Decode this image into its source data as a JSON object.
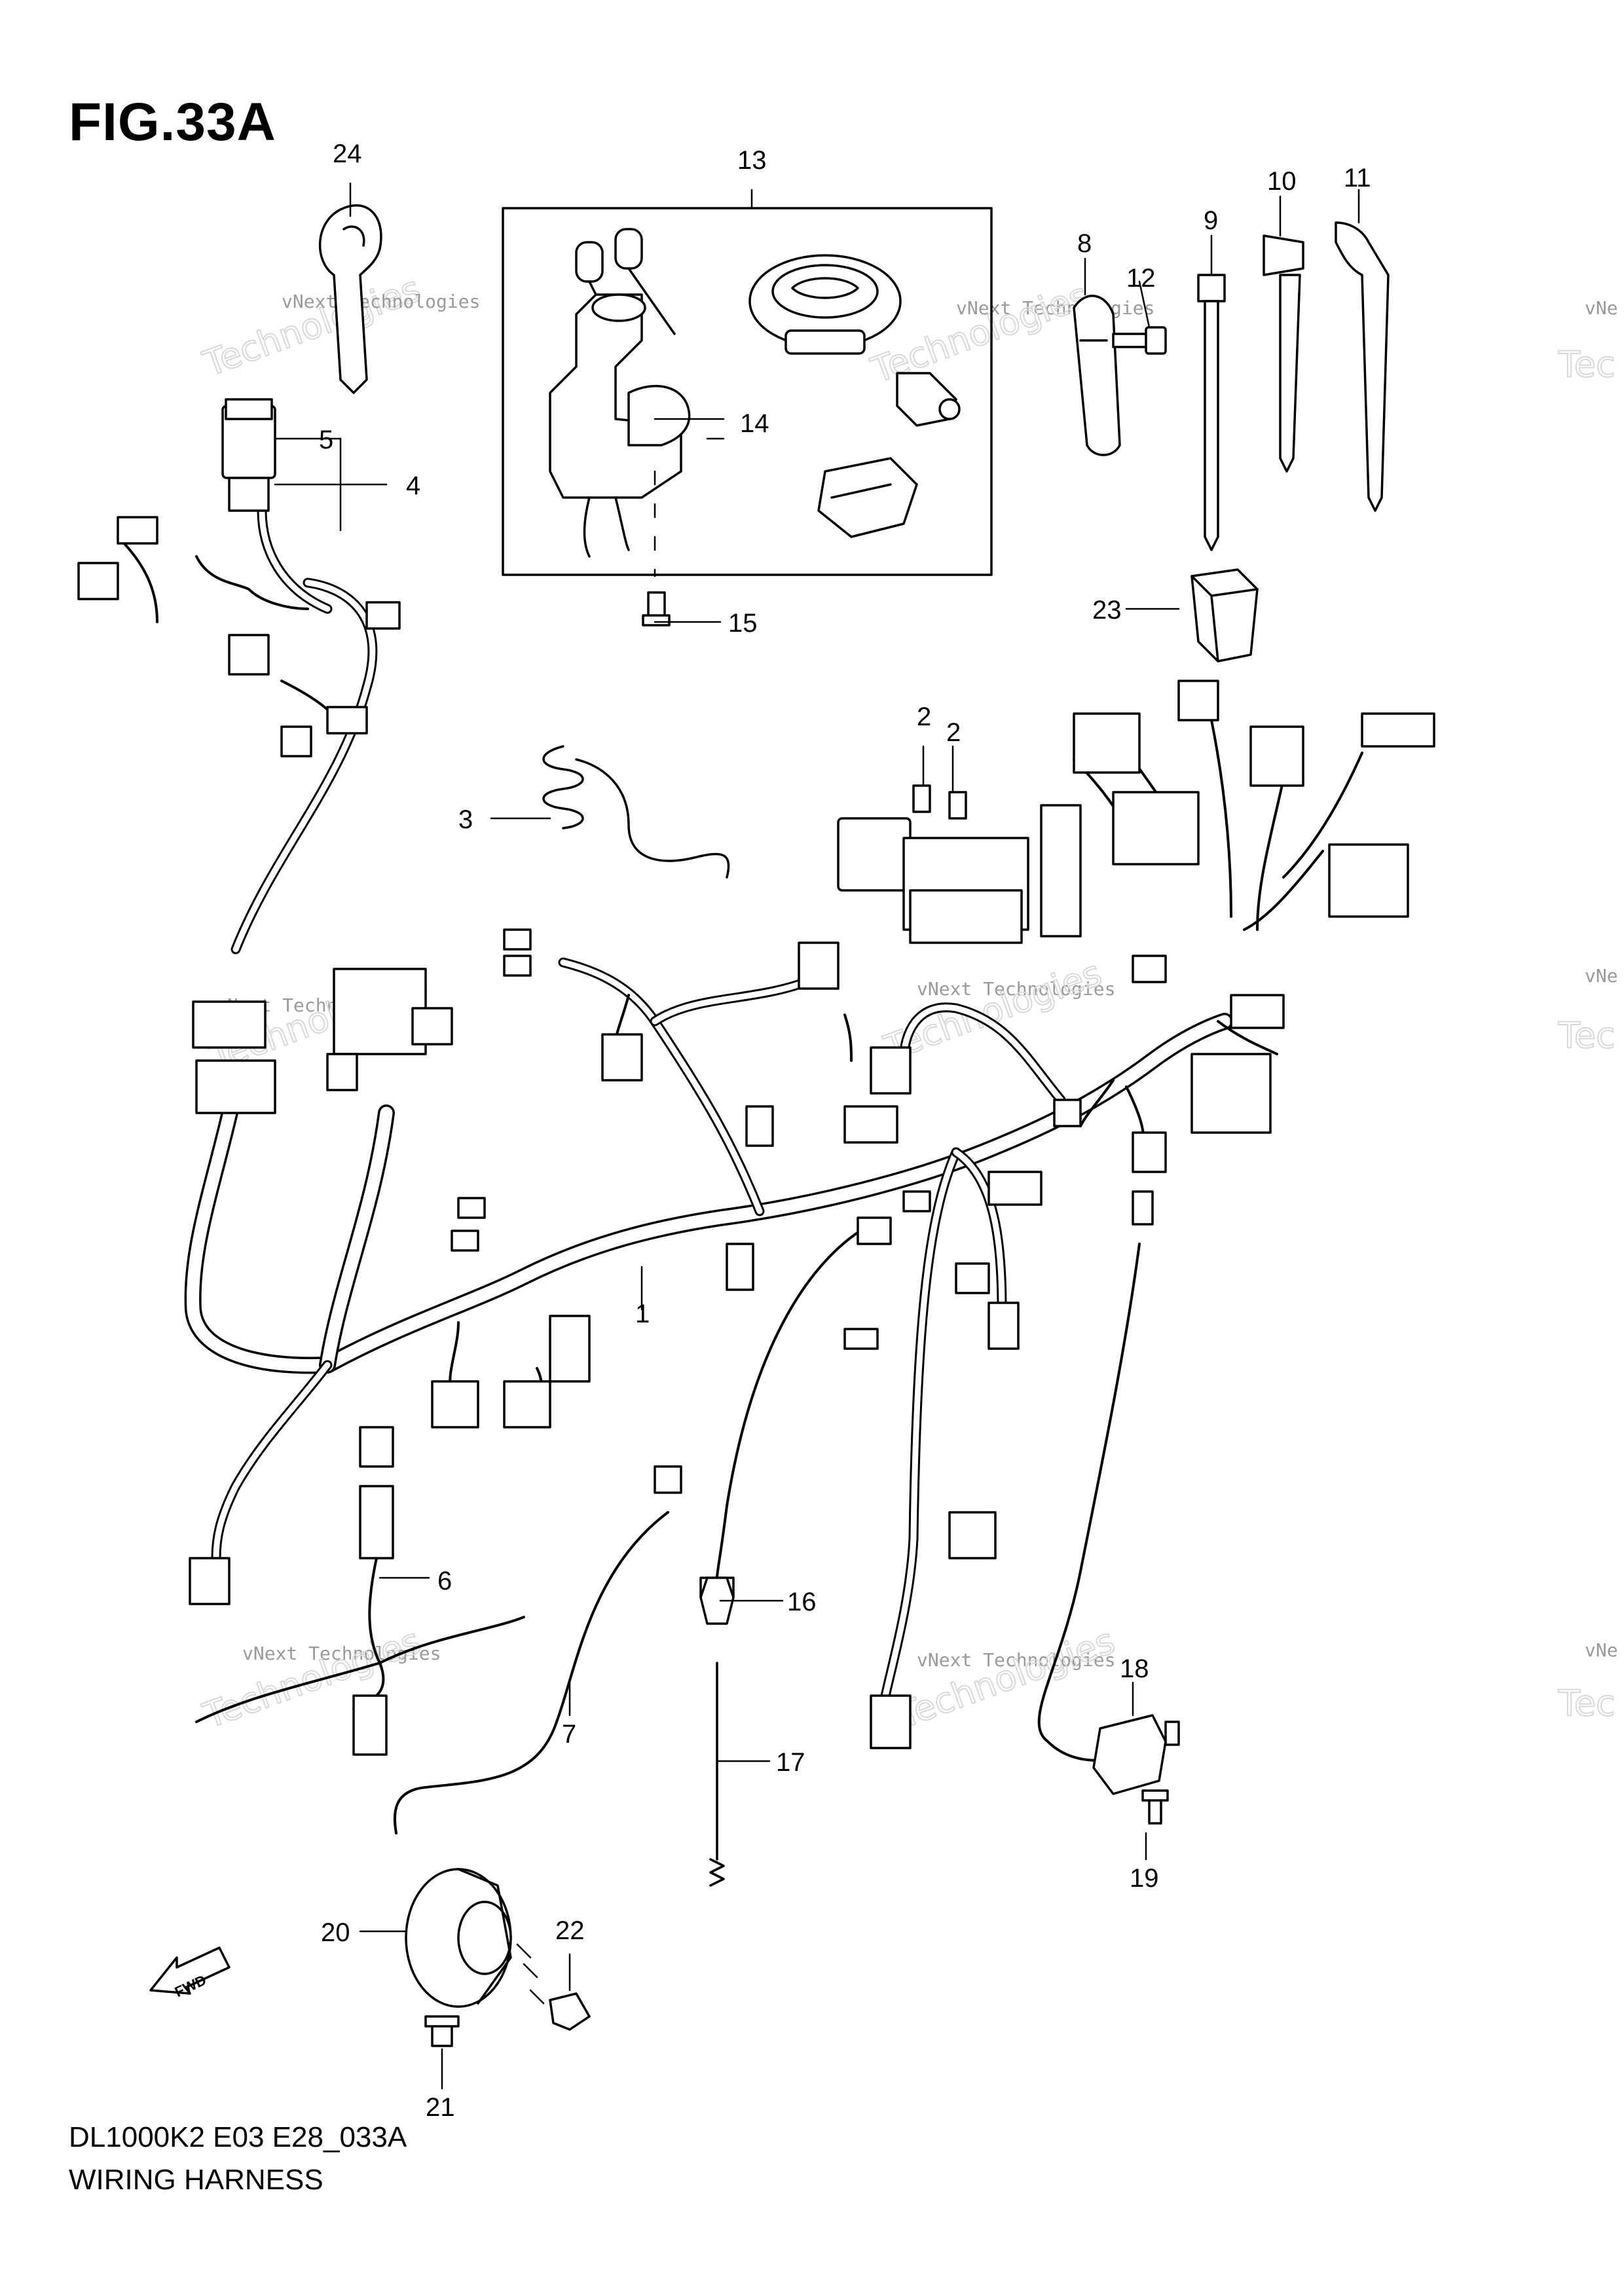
{
  "figure": {
    "title": "FIG.33A",
    "code": "DL1000K2 E03 E28_033A",
    "name": "WIRING HARNESS"
  },
  "watermark": {
    "small": "vNext Technologies",
    "big": "Technologies",
    "partial": "vNe",
    "partial_big": "Tec"
  },
  "callouts": {
    "c1": "1",
    "c2a": "2",
    "c2b": "2",
    "c3": "3",
    "c4": "4",
    "c5": "5",
    "c6": "6",
    "c7": "7",
    "c8": "8",
    "c9": "9",
    "c10": "10",
    "c11": "11",
    "c12": "12",
    "c13": "13",
    "c14": "14",
    "c15": "15",
    "c16": "16",
    "c17": "17",
    "c18": "18",
    "c19": "19",
    "c20": "20",
    "c21": "21",
    "c22": "22",
    "c23": "23",
    "c24": "24"
  },
  "fwd_label": "FWD"
}
